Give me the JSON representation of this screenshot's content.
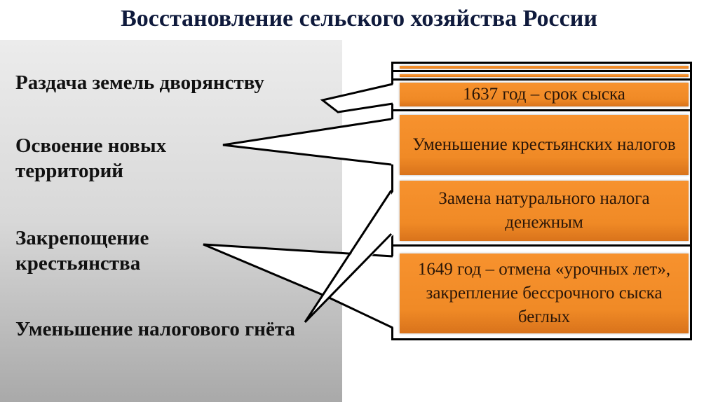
{
  "title": "Восстановление сельского хозяйства России",
  "left_items": [
    "Раздача земель дворянству",
    "Освоение новых территорий",
    "Закрепощение крестьянства",
    "Уменьшение налогового гнёта"
  ],
  "callouts": {
    "serfdom_1649": "1649 год – отмена «урочных лет», закрепление бессрочного сыска беглых",
    "serfdom_1637": "1637 год – срок сыска",
    "tax_reduction": "Уменьшение крестьянских налогов",
    "tax_replacement": "Замена натурального налога денежным"
  },
  "colors": {
    "title": "#0f1a3c",
    "orange": "#f08a26"
  }
}
